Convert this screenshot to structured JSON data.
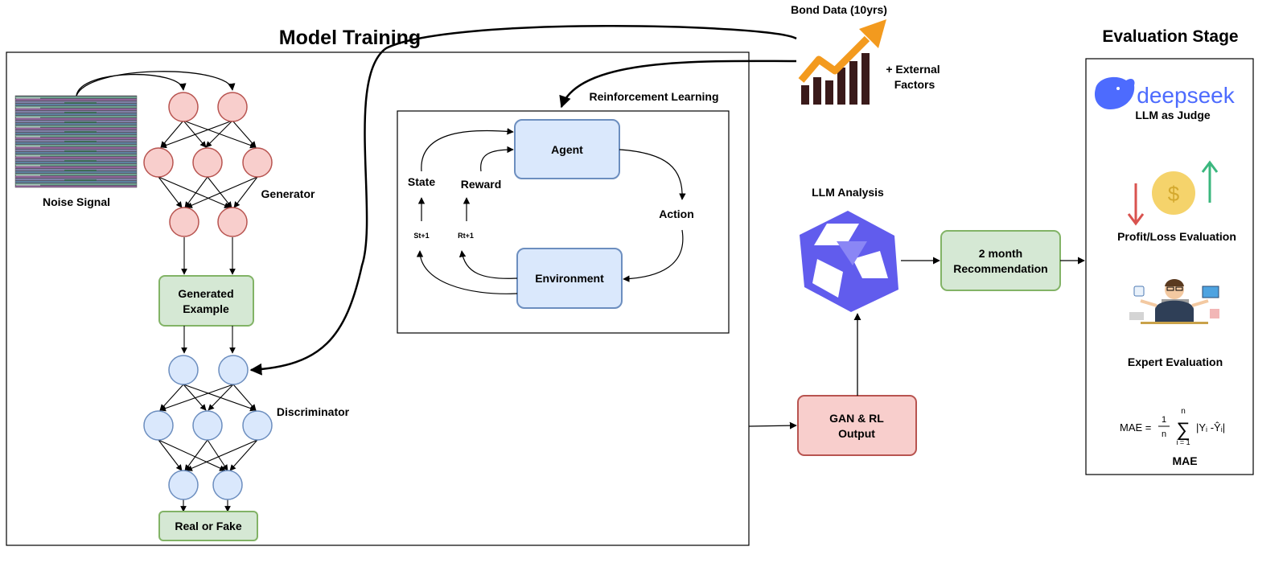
{
  "sections": {
    "model_training_title": "Model Training",
    "evaluation_title": "Evaluation Stage"
  },
  "gan": {
    "noise_label": "Noise Signal",
    "generator_label": "Generator",
    "generated_example": [
      "Generated",
      "Example"
    ],
    "discriminator_label": "Discriminator",
    "output_box": "Real or Fake"
  },
  "rl": {
    "title": "Reinforcement Learning",
    "agent": "Agent",
    "environment": "Environment",
    "state": "State",
    "reward": "Reward",
    "action": "Action",
    "state_next": "St+1",
    "reward_next": "Rt+1"
  },
  "data_source": {
    "bond_label": "Bond Data (10yrs)",
    "external_label": [
      "+ External",
      "Factors"
    ]
  },
  "llm": {
    "analysis_label": "LLM Analysis",
    "recommendation": [
      "2 month",
      "Recommendation"
    ],
    "gan_rl_output": [
      "GAN & RL",
      "Output"
    ]
  },
  "evaluation": {
    "deepseek_logo_text": "deepseek",
    "llm_judge": "LLM as Judge",
    "profit_loss": "Profit/Loss Evaluation",
    "expert": "Expert Evaluation",
    "mae_formula": {
      "lhs": "MAE =",
      "numerator": "1",
      "denominator": "n",
      "sum_top": "n",
      "sum_bottom": "i = 1",
      "term": "|Yᵢ -Ŷᵢ|"
    },
    "mae_label": "MAE"
  },
  "colors": {
    "generator_node_fill": "#f8cecc",
    "generator_node_stroke": "#b85450",
    "discriminator_node_fill": "#dae8fc",
    "discriminator_node_stroke": "#6c8ebf",
    "green_box_fill": "#d5e8d4",
    "green_box_stroke": "#82b366",
    "red_box_fill": "#f8cecc",
    "red_box_stroke": "#b85450",
    "blue_box_fill": "#dae8fc",
    "blue_box_stroke": "#6c8ebf",
    "deepseek_blue": "#4d6bfe",
    "qwen_purple": "#615ced",
    "bond_orange": "#f39a1e",
    "bond_dark": "#3a1a1a",
    "loss_red": "#d9534f",
    "profit_green": "#3bb77e",
    "coin_gold": "#f5d36b"
  }
}
